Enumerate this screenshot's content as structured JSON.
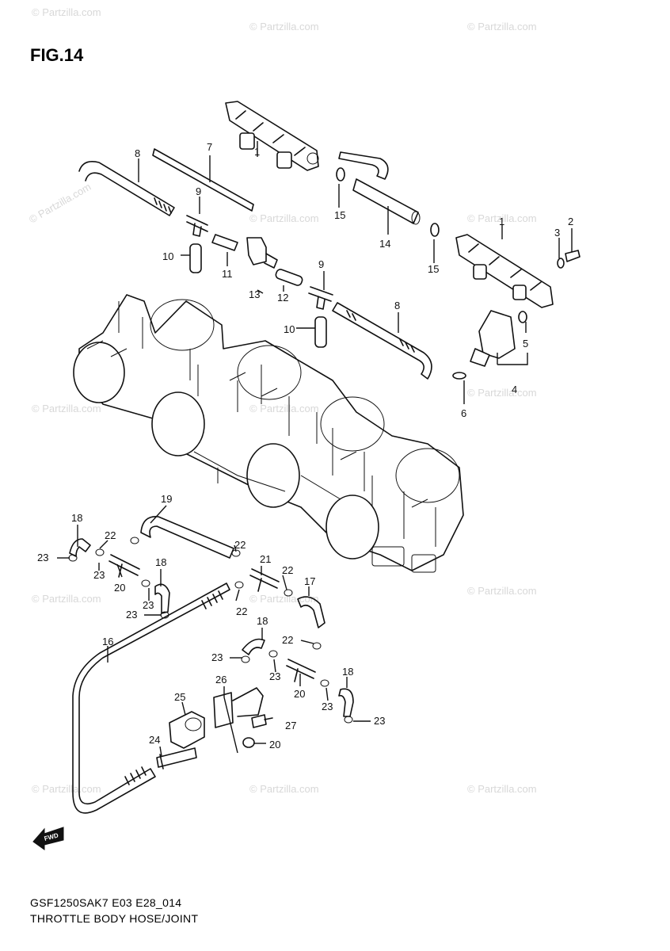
{
  "figure": {
    "title": "FIG.14"
  },
  "footer": {
    "code": "GSF1250SAK7 E03 E28_014",
    "caption": "THROTTLE BODY HOSE/JOINT"
  },
  "watermark": {
    "text": "© Partzilla.com"
  },
  "callouts": [
    {
      "id": "c1a",
      "label": "1"
    },
    {
      "id": "c1b",
      "label": "1"
    },
    {
      "id": "c2",
      "label": "2"
    },
    {
      "id": "c3",
      "label": "3"
    },
    {
      "id": "c4",
      "label": "4"
    },
    {
      "id": "c5",
      "label": "5"
    },
    {
      "id": "c6",
      "label": "6"
    },
    {
      "id": "c7",
      "label": "7"
    },
    {
      "id": "c8a",
      "label": "8"
    },
    {
      "id": "c8b",
      "label": "8"
    },
    {
      "id": "c9a",
      "label": "9"
    },
    {
      "id": "c9b",
      "label": "9"
    },
    {
      "id": "c10a",
      "label": "10"
    },
    {
      "id": "c10b",
      "label": "10"
    },
    {
      "id": "c11",
      "label": "11"
    },
    {
      "id": "c12",
      "label": "12"
    },
    {
      "id": "c13",
      "label": "13"
    },
    {
      "id": "c14",
      "label": "14"
    },
    {
      "id": "c15a",
      "label": "15"
    },
    {
      "id": "c15b",
      "label": "15"
    },
    {
      "id": "c16",
      "label": "16"
    },
    {
      "id": "c17",
      "label": "17"
    },
    {
      "id": "c18a",
      "label": "18"
    },
    {
      "id": "c18b",
      "label": "18"
    },
    {
      "id": "c18c",
      "label": "18"
    },
    {
      "id": "c18d",
      "label": "18"
    },
    {
      "id": "c19",
      "label": "19"
    },
    {
      "id": "c20a",
      "label": "20"
    },
    {
      "id": "c20b",
      "label": "20"
    },
    {
      "id": "c20c",
      "label": "20"
    },
    {
      "id": "c21",
      "label": "21"
    },
    {
      "id": "c22a",
      "label": "22"
    },
    {
      "id": "c22b",
      "label": "22"
    },
    {
      "id": "c22c",
      "label": "22"
    },
    {
      "id": "c22d",
      "label": "22"
    },
    {
      "id": "c22e",
      "label": "22"
    },
    {
      "id": "c23a",
      "label": "23"
    },
    {
      "id": "c23b",
      "label": "23"
    },
    {
      "id": "c23c",
      "label": "23"
    },
    {
      "id": "c23d",
      "label": "23"
    },
    {
      "id": "c23e",
      "label": "23"
    },
    {
      "id": "c23f",
      "label": "23"
    },
    {
      "id": "c23g",
      "label": "23"
    },
    {
      "id": "c23h",
      "label": "23"
    },
    {
      "id": "c24",
      "label": "24"
    },
    {
      "id": "c25",
      "label": "25"
    },
    {
      "id": "c26",
      "label": "26"
    },
    {
      "id": "c27",
      "label": "27"
    }
  ],
  "front_arrow": {
    "icon": "front-direction-arrow-icon",
    "label": "FWD"
  }
}
